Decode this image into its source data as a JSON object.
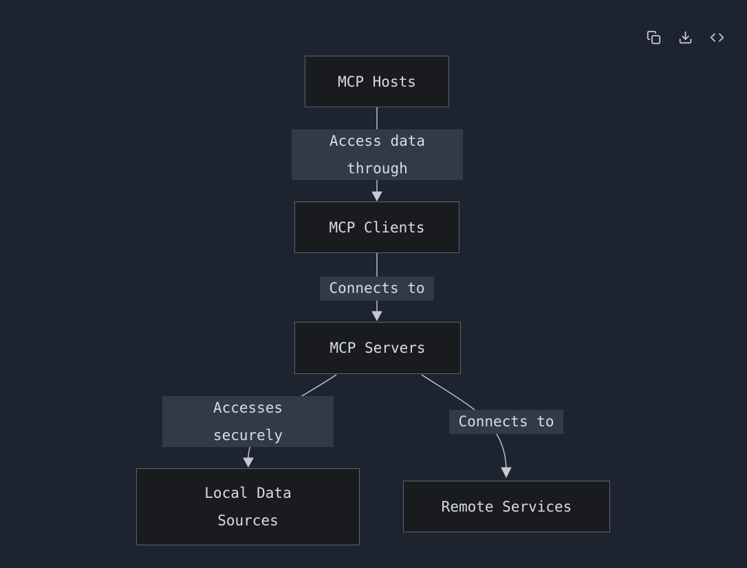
{
  "toolbar": {
    "icons": [
      {
        "name": "copy-icon",
        "action": "Copy diagram"
      },
      {
        "name": "download-icon",
        "action": "Download diagram"
      },
      {
        "name": "code-icon",
        "action": "View source code"
      }
    ]
  },
  "diagram": {
    "type": "flowchart",
    "direction": "top-down",
    "nodes": [
      {
        "id": "hosts",
        "lines": [
          "MCP Hosts"
        ]
      },
      {
        "id": "clients",
        "lines": [
          "MCP Clients"
        ]
      },
      {
        "id": "servers",
        "lines": [
          "MCP Servers"
        ]
      },
      {
        "id": "local",
        "lines": [
          "Local Data",
          "Sources"
        ]
      },
      {
        "id": "remote",
        "lines": [
          "Remote Services"
        ]
      }
    ],
    "edges": [
      {
        "from": "hosts",
        "to": "clients",
        "label_lines": [
          "Access data",
          "through"
        ]
      },
      {
        "from": "clients",
        "to": "servers",
        "label_lines": [
          "Connects to"
        ]
      },
      {
        "from": "servers",
        "to": "local",
        "label_lines": [
          "Accesses",
          "securely"
        ]
      },
      {
        "from": "servers",
        "to": "remote",
        "label_lines": [
          "Connects to"
        ]
      }
    ],
    "colors": {
      "background": "#1d2430",
      "node_fill": "#191b1f",
      "node_border": "#5c6472",
      "edge_label_bg": "#333a47",
      "text": "#d8dce3",
      "edge_stroke": "#c5c9d1",
      "icon": "#c9cdd5"
    }
  }
}
